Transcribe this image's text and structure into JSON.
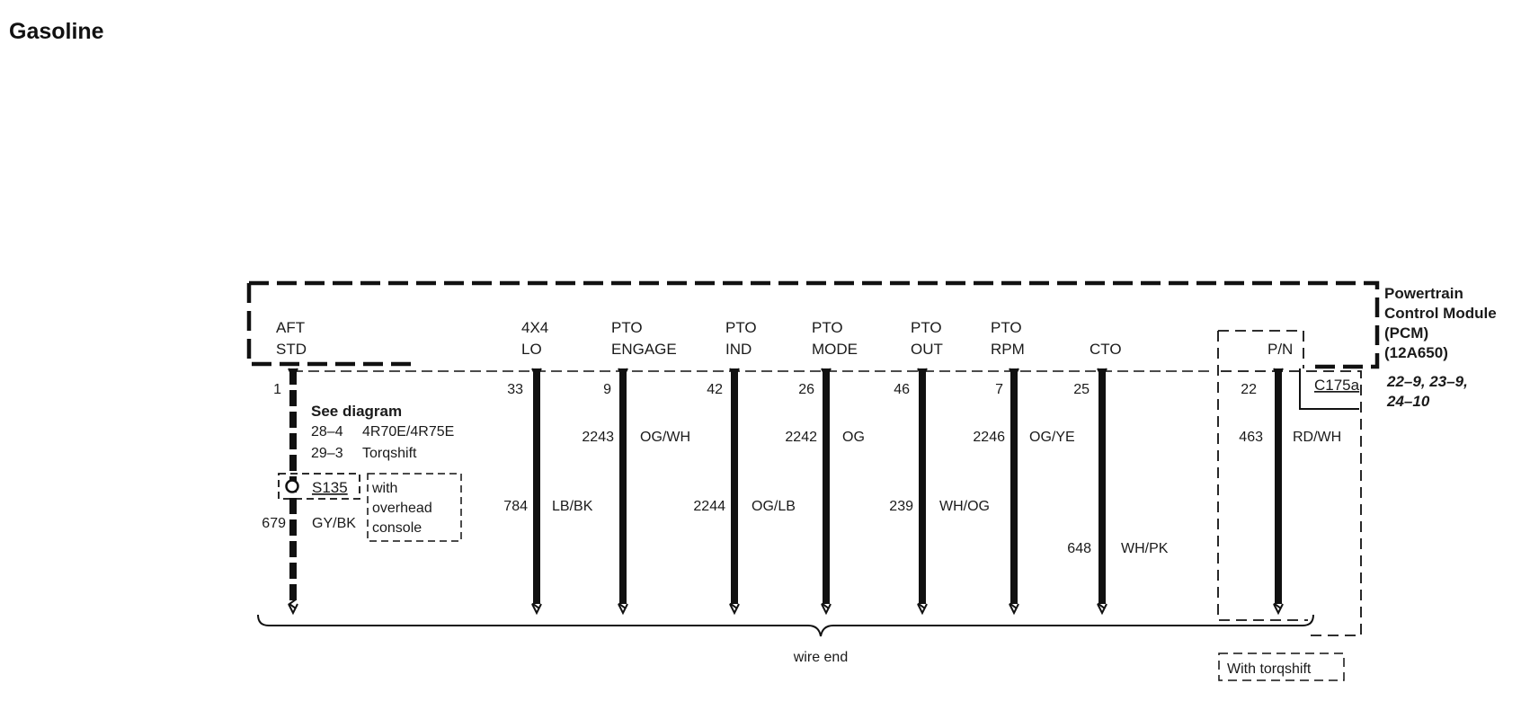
{
  "title": "Gasoline",
  "module": {
    "name_lines": [
      "Powertrain",
      "Control Module",
      "(PCM)",
      "(12A650)"
    ],
    "connector": "C175a",
    "refs": [
      "22–9, 23–9,",
      "24–10"
    ]
  },
  "circuits": [
    {
      "id": "aft-std",
      "label_lines": [
        "AFT",
        "STD"
      ],
      "pin": "1",
      "circuit": "679",
      "color": "GY/BK"
    },
    {
      "id": "4x4-lo",
      "label_lines": [
        "4X4",
        "LO"
      ],
      "pin": "33",
      "circuit": "784",
      "color": "LB/BK"
    },
    {
      "id": "pto-engage",
      "label_lines": [
        "PTO",
        "ENGAGE"
      ],
      "pin": "9",
      "circuit": "2243",
      "color": "OG/WH"
    },
    {
      "id": "pto-ind",
      "label_lines": [
        "PTO",
        "IND"
      ],
      "pin": "42",
      "circuit": "2244",
      "color": "OG/LB"
    },
    {
      "id": "pto-mode",
      "label_lines": [
        "PTO",
        "MODE"
      ],
      "pin": "26",
      "circuit": "2242",
      "color": "OG"
    },
    {
      "id": "pto-out",
      "label_lines": [
        "PTO",
        "OUT"
      ],
      "pin": "46",
      "circuit": "239",
      "color": "WH/OG"
    },
    {
      "id": "pto-rpm",
      "label_lines": [
        "PTO",
        "RPM"
      ],
      "pin": "7",
      "circuit": "2246",
      "color": "OG/YE"
    },
    {
      "id": "cto",
      "label_lines": [
        "CTO"
      ],
      "pin": "25",
      "circuit": "648",
      "color": "WH/PK"
    },
    {
      "id": "pn",
      "label_lines": [
        "P/N"
      ],
      "pin": "22",
      "circuit": "463",
      "color": "RD/WH"
    }
  ],
  "see_diagram": {
    "heading": "See diagram",
    "refs": [
      {
        "page": "28–4",
        "name": "4R70E/4R75E"
      },
      {
        "page": "29–3",
        "name": "Torqshift"
      }
    ]
  },
  "splice": {
    "id": "S135",
    "note_lines": [
      "with",
      "overhead",
      "console"
    ]
  },
  "wire_end_label": "wire end",
  "torqshift_label": "With torqshift"
}
